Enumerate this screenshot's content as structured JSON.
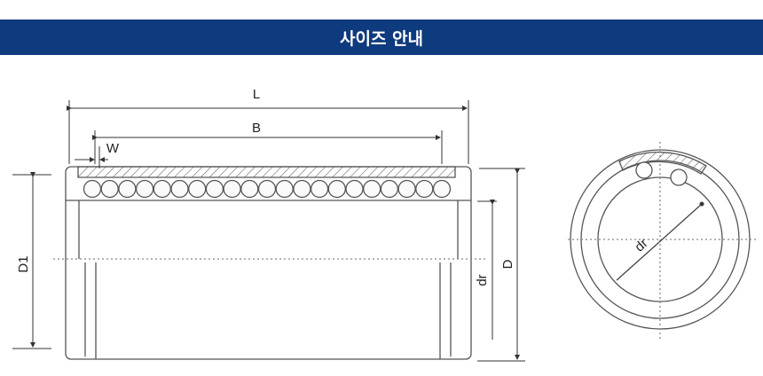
{
  "header": {
    "title": "사이즈 안내"
  },
  "diagram": {
    "side_view": {
      "labels": {
        "L": "L",
        "B": "B",
        "W": "W",
        "D1": "D1",
        "dr": "dr",
        "D": "D"
      }
    },
    "front_view": {
      "labels": {
        "dr": "dr"
      }
    },
    "line_color": "#555555",
    "header_color": "#0e3a7e"
  }
}
